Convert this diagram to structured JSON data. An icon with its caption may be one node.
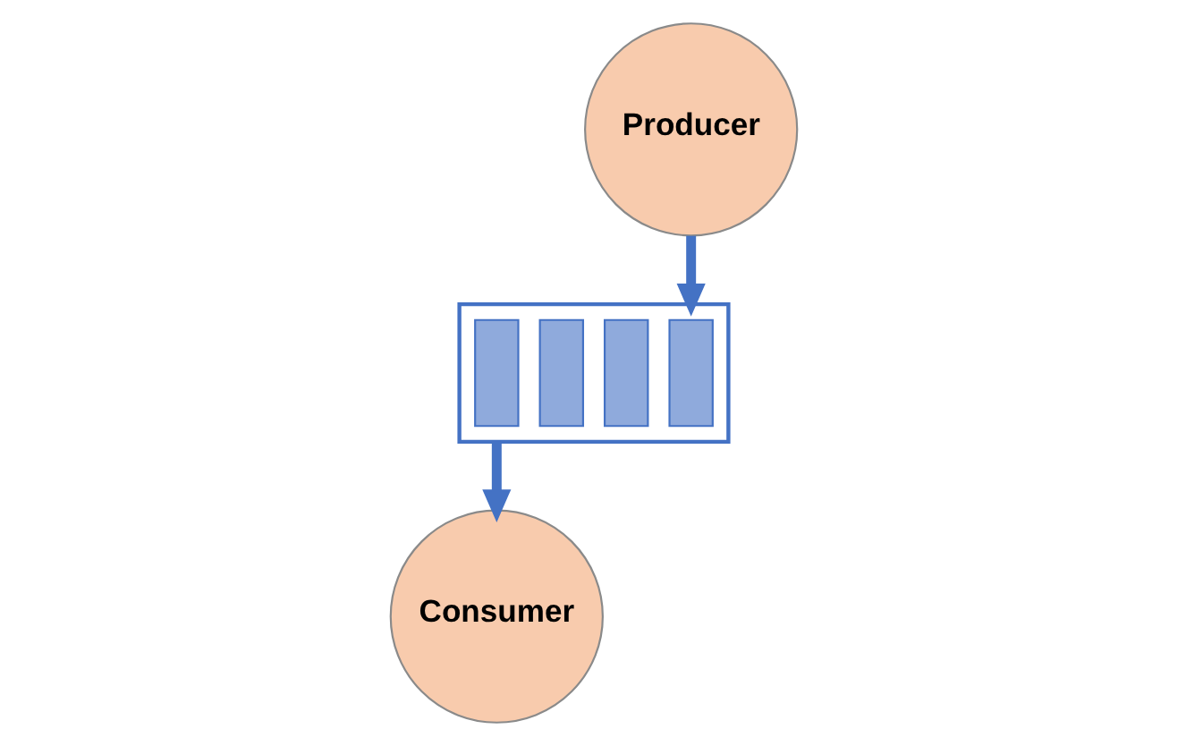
{
  "diagram": {
    "nodes": [
      {
        "text": [
          "Producer"
        ]
      },
      {
        "text": [],
        "shape": "box"
      },
      {
        "text": [],
        "shape": "bar",
        "in": 1
      },
      {
        "text": [],
        "shape": "bar",
        "in": 1
      },
      {
        "text": [],
        "shape": "bar",
        "in": 1
      },
      {
        "text": [],
        "shape": "bar",
        "in": 1
      },
      {
        "text": [
          "Consumer"
        ]
      }
    ],
    "edges": [
      {
        "from": 0,
        "to": 1,
        "arrow": "to"
      },
      {
        "from": 1,
        "to": 6,
        "arrow": "to"
      }
    ]
  }
}
